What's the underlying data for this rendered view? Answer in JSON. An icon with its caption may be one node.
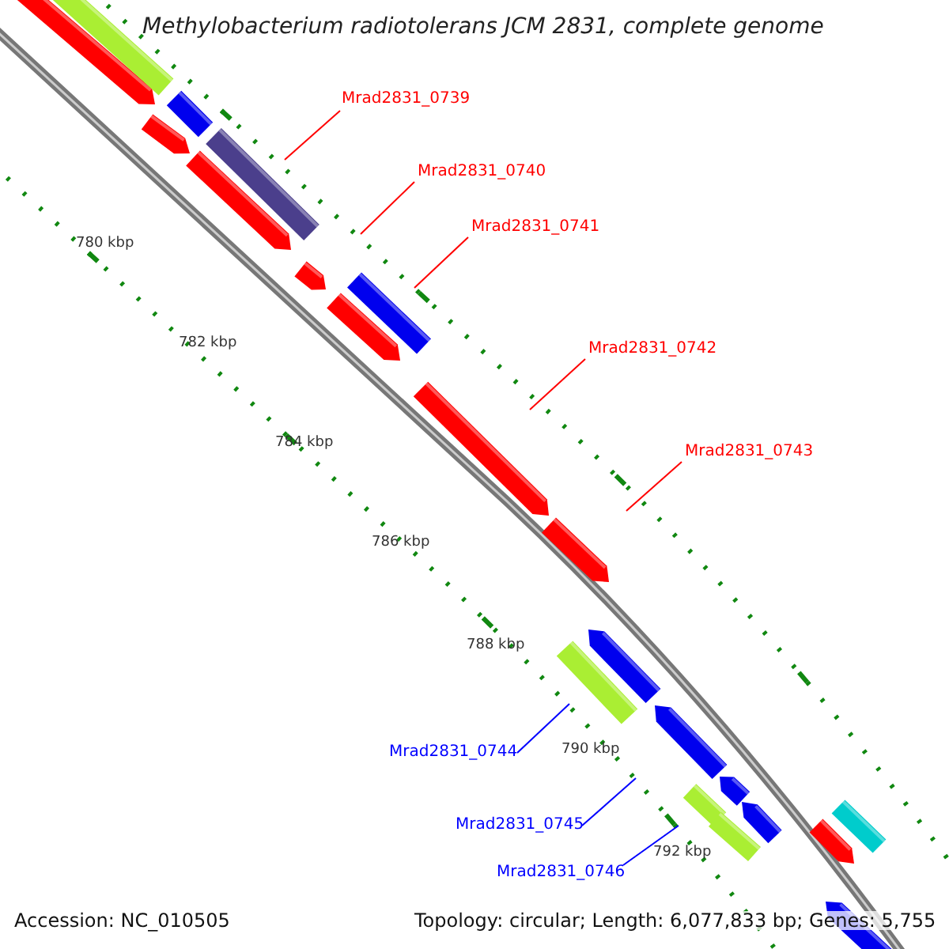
{
  "diagram": {
    "title": "Methylobacterium radiotolerans JCM 2831, complete genome",
    "nodes": [
      {
        "text": [
          "Mrad2831_0739"
        ]
      },
      {
        "text": [
          "Mrad2831_0740"
        ]
      },
      {
        "text": [
          "Mrad2831_0741"
        ]
      },
      {
        "text": [
          "Mrad2831_0742"
        ]
      },
      {
        "text": [
          "Mrad2831_0743"
        ]
      },
      {
        "text": [
          "Mrad2831_0744"
        ]
      },
      {
        "text": [
          "Mrad2831_0745"
        ]
      },
      {
        "text": [
          "Mrad2831_0746"
        ]
      }
    ],
    "edges": [
      {
        "from": 0,
        "to": null,
        "arrow": "none"
      },
      {
        "from": 1,
        "to": null,
        "arrow": "none"
      },
      {
        "from": 2,
        "to": null,
        "arrow": "none"
      },
      {
        "from": 3,
        "to": null,
        "arrow": "none"
      },
      {
        "from": 4,
        "to": null,
        "arrow": "none"
      },
      {
        "from": 5,
        "to": null,
        "arrow": "none",
        "color": "#0000ff"
      },
      {
        "from": 6,
        "to": null,
        "arrow": "none",
        "color": "#0000ff"
      },
      {
        "from": 7,
        "to": null,
        "arrow": "none",
        "color": "#0000ff"
      }
    ],
    "labels": [
      "780 kbp",
      "782 kbp",
      "784 kbp",
      "786 kbp",
      "788 kbp",
      "790 kbp",
      "792 kbp",
      "Accession: NC_010505",
      "Topology: circular; Length: 6,077,833 bp; Genes: 5,755"
    ]
  }
}
